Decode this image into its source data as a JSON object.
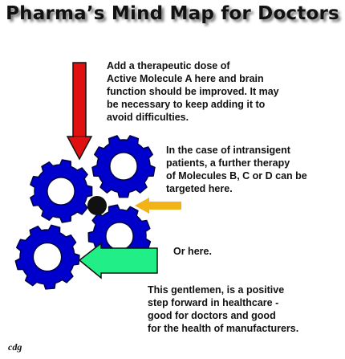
{
  "title": "Pharma’s Mind Map for Doctors",
  "notes": [
    "Add a therapeutic dose of\nActive Molecule A here and brain\nfunction should be improved. It may\nbe necessary to keep adding it to\navoid difficulties.",
    "In the case of intransigent\npatients, a further therapy\nof Molecules B, C or D can be\ntargeted here.",
    "Or here.",
    "This gentlemen, is a positive\nstep forward in healthcare -\ngood for doctors and good\nfor the health of manufacturers."
  ],
  "signature": "cdg",
  "colors": {
    "gear": "#0000cc",
    "red_arrow": "#e01010",
    "yellow_arrow": "#f2b318",
    "green_arrow": "#22ee88",
    "dot": "#111111"
  }
}
